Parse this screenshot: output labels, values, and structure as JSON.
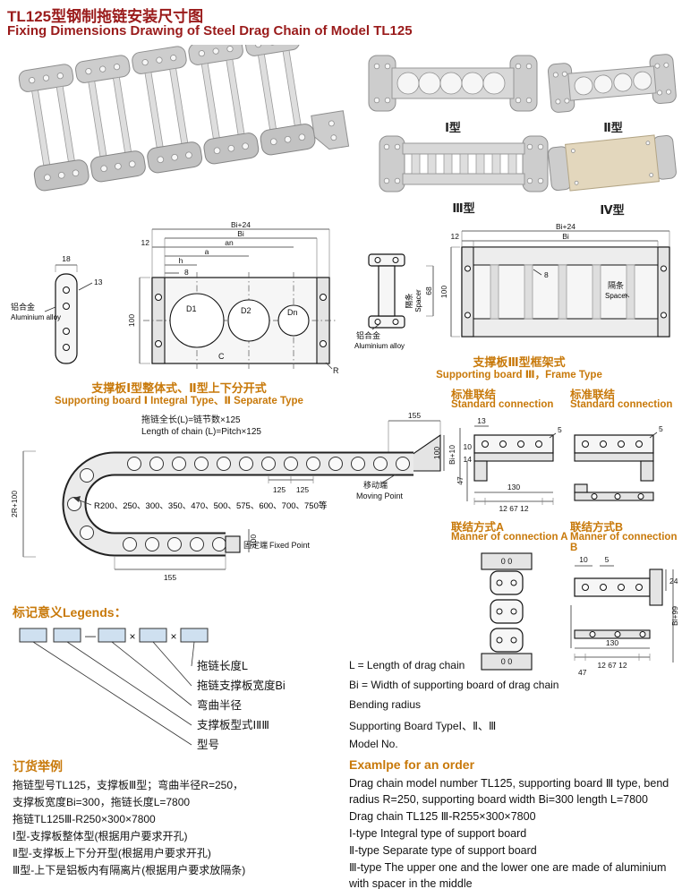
{
  "colors": {
    "title_red": "#9a1b1b",
    "accent_orange": "#c8790a",
    "legend_box_fill": "#cfe0f0"
  },
  "header": {
    "title_zh": "TL125型钢制拖链安装尺寸图",
    "title_en": "Fixing Dimensions Drawing of Steel Drag Chain of Model TL125"
  },
  "photos": {
    "label_1": "Ⅰ型",
    "label_2": "Ⅱ型",
    "label_3": "Ⅲ型",
    "label_4": "Ⅳ型"
  },
  "d1": {
    "dim_18": "18",
    "dim_13": "13",
    "dim_12": "12",
    "dim_8": "8",
    "dim_h": "h",
    "dim_a": "a",
    "dim_an": "an",
    "dim_bi": "Bi",
    "dim_bi24": "Bi+24",
    "dim_100": "100",
    "hole_d1": "D1",
    "hole_d2": "D2",
    "hole_dn": "Dn",
    "label_c": "C",
    "label_r": "R",
    "material_zh": "铝合金",
    "material_en": "Aluminium alloy",
    "caption_zh": "支撑板Ⅰ型整体式、Ⅱ型上下分开式",
    "caption_en": "Supporting board Ⅰ Integral Type、Ⅱ Separate Type"
  },
  "d2": {
    "dim_bi24": "Bi+24",
    "dim_bi": "Bi",
    "dim_12": "12",
    "dim_8": "8",
    "dim_100": "100",
    "dim_68": "68",
    "spacer_zh": "隔条",
    "spacer_en": "Spacer",
    "material_zh": "铝合金",
    "material_en": "Aluminium alloy",
    "caption_zh": "支撑板Ⅲ型框架式",
    "caption_en": "Supporting board Ⅲ，Frame Type"
  },
  "chain": {
    "formula_zh": "拖链全长(L)=链节数×125",
    "formula_en": "Length of chain (L)=Pitch×125",
    "dim_155_top": "155",
    "dim_100_right": "100",
    "moving_zh": "移动端",
    "moving_en": "Moving Point",
    "radii": "R200、250、300、350、470、500、575、600、700、750等",
    "fixed_zh": "固定端",
    "fixed_en": "Fixed Point",
    "dim_2r100": "2R+100",
    "dim_125_1": "125",
    "dim_125_2": "125",
    "dim_155_bottom": "155",
    "dim_100_bottom": "100"
  },
  "conn": {
    "std_zh": "标准联结",
    "std_en": "Standard connection",
    "a_zh": "联结方式A",
    "a_en": "Manner of connection A",
    "b_zh": "联结方式B",
    "b_en": "Manner of connection B",
    "sa": {
      "d13": "13",
      "d10": "10",
      "d14": "14",
      "d5": "5",
      "dbi10": "Bi+10",
      "d130": "130",
      "dseg": "12 67 12",
      "d47": "47"
    },
    "sb": {
      "d5": "5"
    },
    "ma": {
      "holes1": "0 0",
      "holes2": "0 0"
    },
    "mb": {
      "d10": "10",
      "d5": "5",
      "d24": "24",
      "dbi99": "Bi+99",
      "d130": "130",
      "dseg": "12 67 12",
      "d47": "47"
    }
  },
  "legend": {
    "title": "标记意义Legends：",
    "sep_dash": "—",
    "sep_x1": "×",
    "sep_x2": "×",
    "rows": [
      {
        "zh": "拖链长度L",
        "en": "L = Length of drag chain"
      },
      {
        "zh": "拖链支撑板宽度Bi",
        "en": "Bi = Width of supporting board of drag chain"
      },
      {
        "zh": "弯曲半径",
        "en": "Bending radius"
      },
      {
        "zh": "支撑板型式ⅠⅡⅢ",
        "en": "Supporting Board TypeⅠ、Ⅱ、Ⅲ"
      },
      {
        "zh": "型号",
        "en": "Model No."
      }
    ]
  },
  "order": {
    "zh_title": "订货举例",
    "zh_lines": [
      "拖链型号TL125，支撑板Ⅲ型；弯曲半径R=250，",
      "支撑板宽度Bi=300，拖链长度L=7800",
      "拖链TL125Ⅲ-R250×300×7800",
      "Ⅰ型-支撑板整体型(根据用户要求开孔)",
      "Ⅱ型-支撑板上下分开型(根据用户要求开孔)",
      "Ⅲ型-上下是铝板内有隔离片(根据用户要求放隔条)"
    ],
    "en_title": "Examlpe for an order",
    "en_lines": [
      "Drag chain model number TL125, supporting board Ⅲ type, bend radius R=250, supporting board width Bi=300 length L=7800",
      "Drag chain TL125 Ⅲ-R255×300×7800",
      "Ⅰ-type Integral type of support board",
      "Ⅱ-type Separate type of support board",
      "Ⅲ-type The upper one and the lower one are made of aluminium with spacer in the middle"
    ]
  }
}
